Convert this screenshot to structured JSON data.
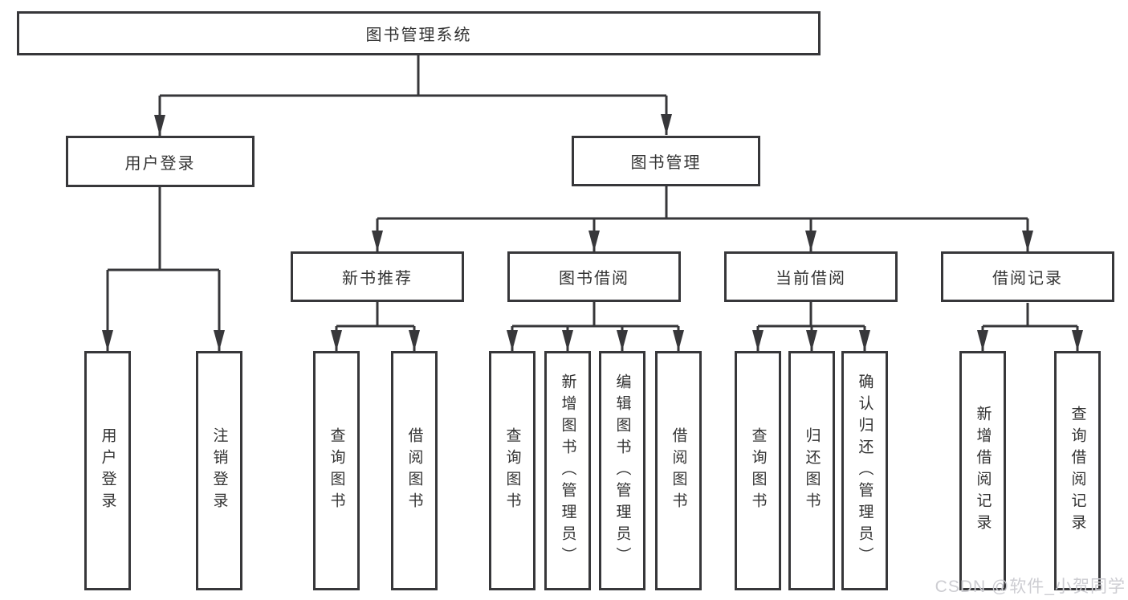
{
  "title": "图书管理系统",
  "watermark": "CSDN @软件_小贺同学",
  "colors": {
    "line": "#37373a",
    "box_border": "#37373a",
    "text": "#333333",
    "background": "#ffffff",
    "watermark": "#cdcdd2"
  },
  "tree": {
    "label": "图书管理系统",
    "children": [
      {
        "label": "用户登录",
        "children": [
          {
            "label": "用户登录"
          },
          {
            "label": "注销登录"
          }
        ]
      },
      {
        "label": "图书管理",
        "children": [
          {
            "label": "新书推荐",
            "children": [
              {
                "label": "查询图书"
              },
              {
                "label": "借阅图书"
              }
            ]
          },
          {
            "label": "图书借阅",
            "children": [
              {
                "label": "查询图书"
              },
              {
                "label": "新增图书（管理员）"
              },
              {
                "label": "编辑图书（管理员）"
              },
              {
                "label": "借阅图书"
              }
            ]
          },
          {
            "label": "当前借阅",
            "children": [
              {
                "label": "查询图书"
              },
              {
                "label": "归还图书"
              },
              {
                "label": "确认归还（管理员）"
              }
            ]
          },
          {
            "label": "借阅记录",
            "children": [
              {
                "label": "新增借阅记录"
              },
              {
                "label": "查询借阅记录"
              }
            ]
          }
        ]
      }
    ]
  }
}
